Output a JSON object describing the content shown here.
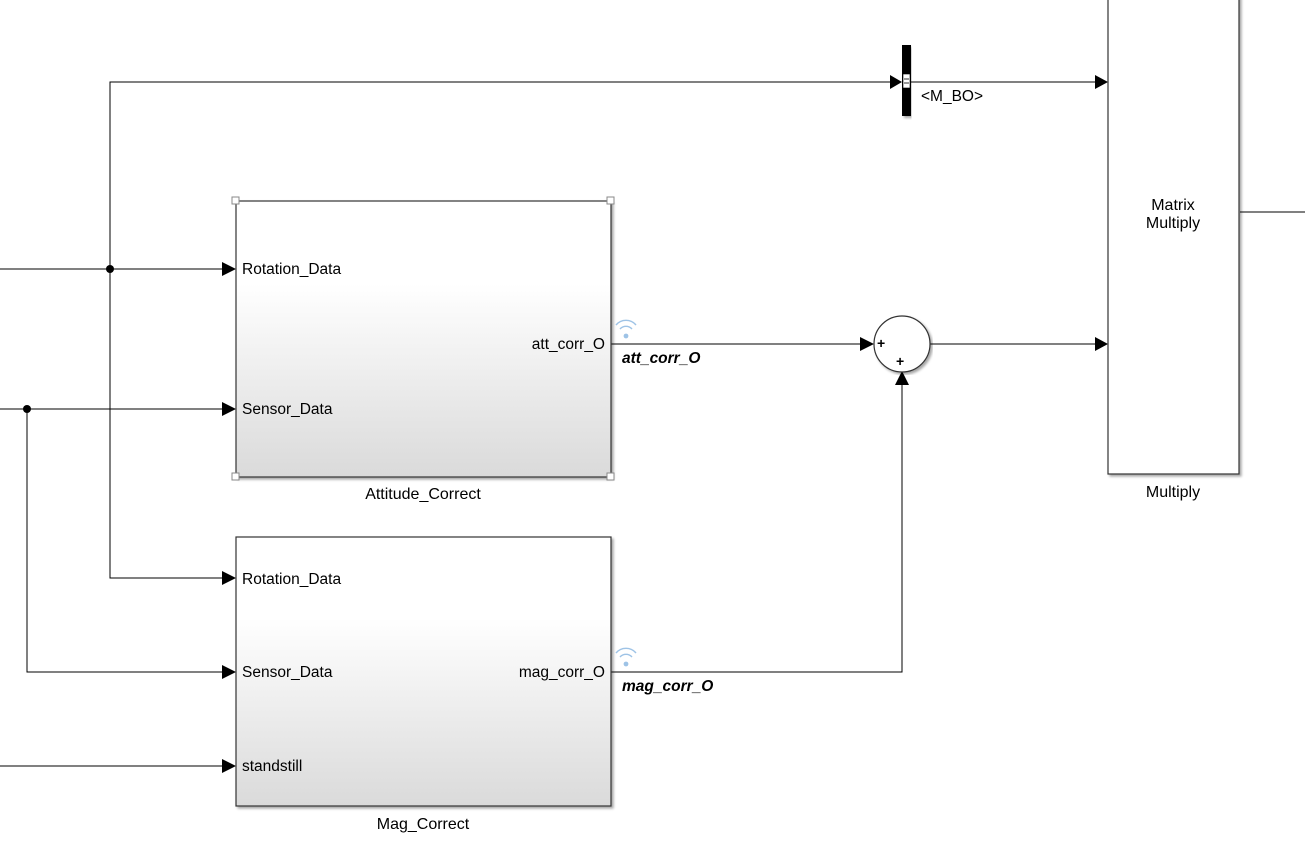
{
  "blocks": {
    "attitude_correct": {
      "name": "Attitude_Correct",
      "inputs": [
        "Rotation_Data",
        "Sensor_Data"
      ],
      "output": "att_corr_O"
    },
    "mag_correct": {
      "name": "Mag_Correct",
      "inputs": [
        "Rotation_Data",
        "Sensor_Data",
        "standstill"
      ],
      "output": "mag_corr_O"
    },
    "multiply": {
      "name": "Multiply",
      "text_line1": "Matrix",
      "text_line2": "Multiply"
    },
    "bus_selector": {
      "output_signal": "<M_BO>"
    },
    "sum": {
      "sign1": "+",
      "sign2": "+"
    }
  },
  "signals": {
    "att_corr": "att_corr_O",
    "mag_corr": "mag_corr_O"
  },
  "colors": {
    "line": "#000000",
    "block_border": "#333333",
    "gradient_top": "#ffffff",
    "gradient_bottom": "#dcdcdc",
    "logging_icon": "#9ec3e6"
  }
}
